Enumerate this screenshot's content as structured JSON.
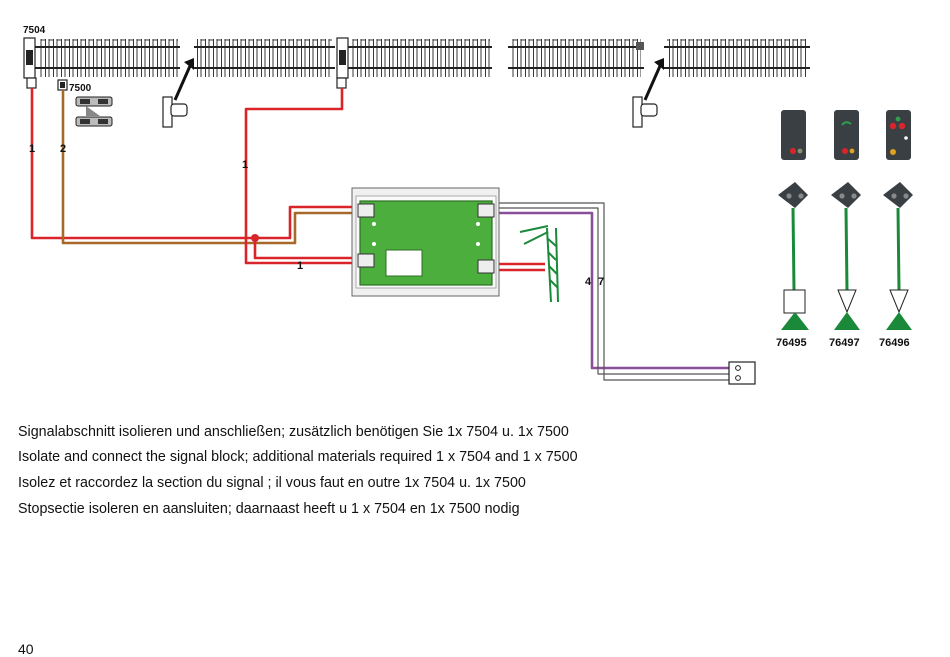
{
  "diagram": {
    "labels": {
      "track_part_7504": "7504",
      "track_part_7500": "7500",
      "wire_1_left": "1",
      "wire_2_left": "2",
      "wire_1_mid": "1",
      "wire_1_low": "1",
      "wire_4": "4",
      "wire_7": "7"
    },
    "signals": [
      {
        "article": "76495"
      },
      {
        "article": "76497"
      },
      {
        "article": "76496"
      }
    ],
    "colors": {
      "red_wire": "#d9252a",
      "brown_wire": "#a8682a",
      "purple_wire": "#8b4f9a",
      "circuit_board": "#4caf3d",
      "signal_mast": "#1a8a3a",
      "signal_head": "#3a3f44"
    }
  },
  "captions": {
    "de": "Signalabschnitt isolieren und anschließen; zusätzlich benötigen Sie 1x 7504 u. 1x 7500",
    "en": "Isolate and connect the signal block; additional materials required 1 x 7504 and 1 x 7500",
    "fr": "Isolez et raccordez la section du signal ; il vous faut en outre 1x 7504 u. 1x 7500",
    "nl": "Stopsectie isoleren en aansluiten; daarnaast heeft u 1 x 7504 en 1x 7500 nodig"
  },
  "page_number": "40"
}
